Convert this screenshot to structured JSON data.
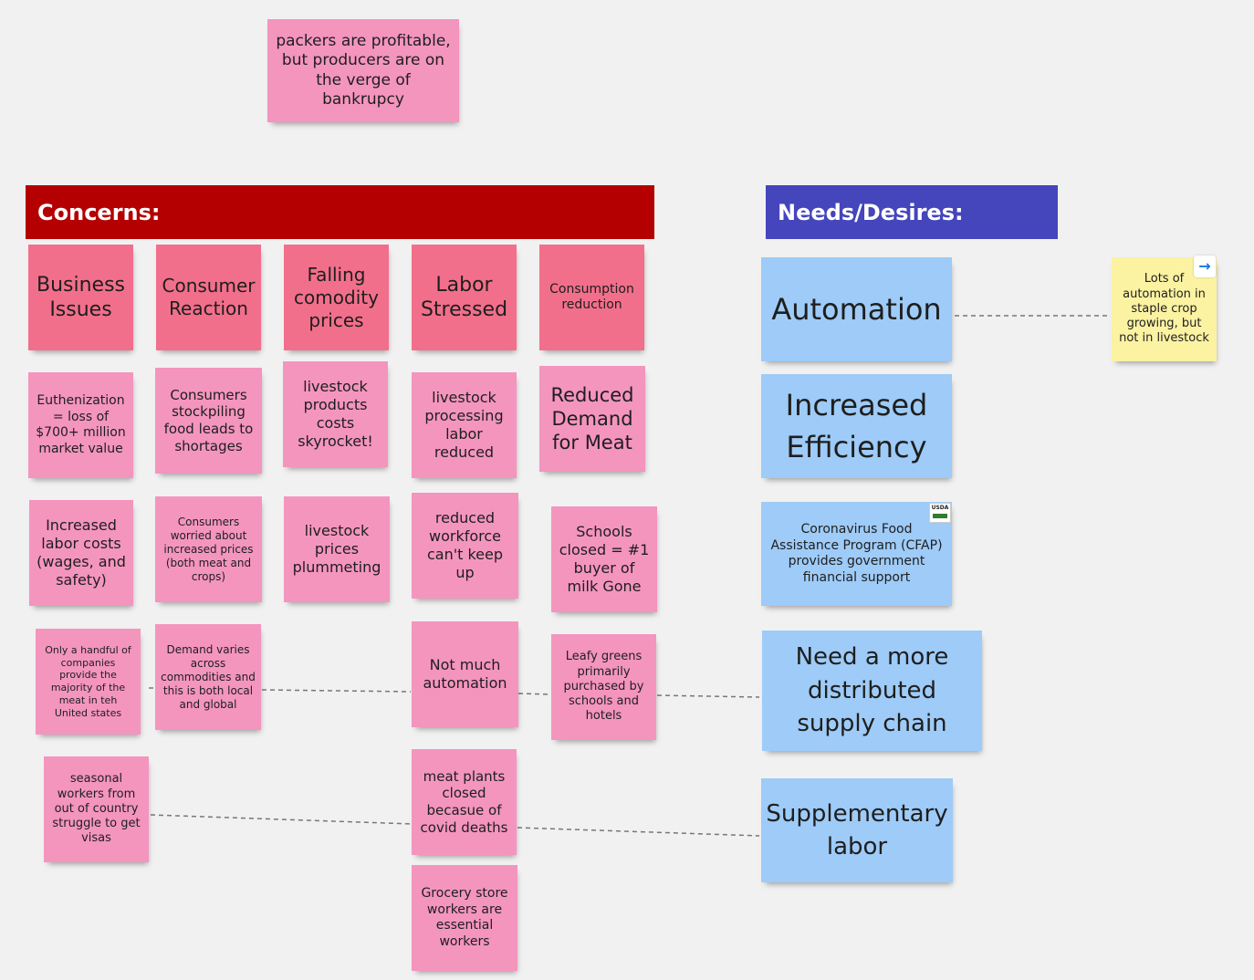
{
  "headers": {
    "concerns": "Concerns:",
    "needs": "Needs/Desires:"
  },
  "colors": {
    "concerns_header": "#b40000",
    "needs_header": "#4545bc",
    "concern_category_note": "#f26f8b",
    "concern_note": "#f495be",
    "need_note": "#9ecbf7",
    "comment_note": "#fbf2a2"
  },
  "notes": {
    "top_note": "packers are profitable, but producers are on the verge of bankrupcy",
    "business_issues": "Business Issues",
    "consumer_reaction": "Consumer Reaction",
    "falling_prices": "Falling comodity prices",
    "labor_stressed": "Labor Stressed",
    "consumption_reduction": "Consumption reduction",
    "euthenization": "Euthenization = loss of $700+ million market value",
    "stockpiling": "Consumers stockpiling food leads to shortages",
    "costs_skyrocket": "livestock products costs skyrocket!",
    "processing_labor": "livestock processing labor reduced",
    "reduced_demand": "Reduced Demand for Meat",
    "increased_labor_costs": "Increased labor costs (wages, and safety)",
    "worried_prices": "Consumers worried about increased prices (both meat and crops)",
    "prices_plummeting": "livestock prices plummeting",
    "workforce": "reduced workforce can't keep up",
    "schools_closed": "Schools closed = #1 buyer of milk Gone",
    "handful_companies": "Only a handful of companies provide the majority of the meat in teh United states",
    "demand_varies": "Demand varies across commodities and this is both local and global",
    "not_much_automation": "Not much automation",
    "leafy_greens": "Leafy greens primarily purchased by schools and hotels",
    "seasonal_workers": "seasonal workers from out of country struggle to get visas",
    "meat_plants": "meat plants closed becasue of covid deaths",
    "grocery_workers": "Grocery store workers are essential workers",
    "automation": "Automation",
    "efficiency": "Increased Efficiency",
    "cfap": "Coronavirus Food Assistance Program (CFAP) provides government financial support",
    "supply_chain": "Need a more distributed supply chain",
    "supplementary_labor": "Supplementary labor",
    "staple_crop_comment": "Lots of automation in staple crop growing, but not in livestock"
  },
  "icons": {
    "arrow_badge": "→",
    "usda_logo": "USDA"
  }
}
